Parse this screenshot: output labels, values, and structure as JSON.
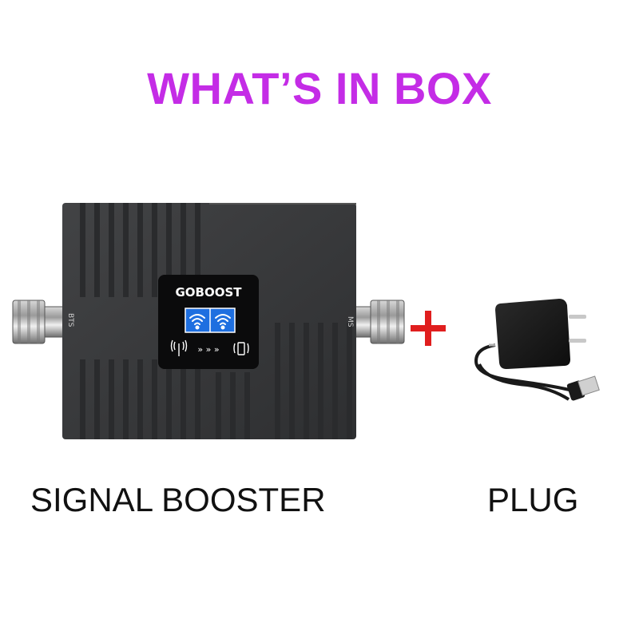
{
  "title": "WHAT’S IN BOX",
  "items": [
    {
      "label": "SIGNAL BOOSTER"
    },
    {
      "label": "PLUG"
    }
  ],
  "booster": {
    "brand": "GOBOOST",
    "port_left": "BTS",
    "port_right": "MS"
  },
  "plus_sign": "+",
  "colors": {
    "title": "#c42ce6",
    "plus": "#e01e1e",
    "device_body": "#3a3b3d",
    "screen": "#1e6fe0"
  }
}
